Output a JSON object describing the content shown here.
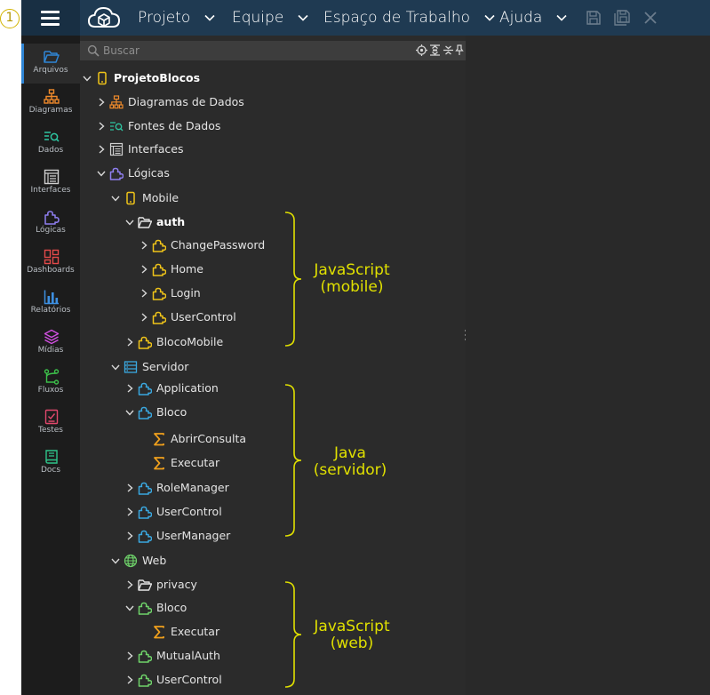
{
  "marker": "1",
  "topbar": {
    "menus": [
      {
        "label": "Projeto"
      },
      {
        "label": "Equipe"
      },
      {
        "label": "Espaço de Trabalho"
      },
      {
        "label": "Ajuda"
      }
    ]
  },
  "sidebar": {
    "items": [
      {
        "label": "Arquivos",
        "icon": "folder-icon",
        "color": "#2f86d6",
        "active": true
      },
      {
        "label": "Diagramas",
        "icon": "hierarchy-icon",
        "color": "#ef8a2b"
      },
      {
        "label": "Dados",
        "icon": "data-search-icon",
        "color": "#2ec4a0"
      },
      {
        "label": "Interfaces",
        "icon": "interface-icon",
        "color": "#c9c9c9"
      },
      {
        "label": "Lógicas",
        "icon": "puzzle-icon",
        "color": "#8f7ff0"
      },
      {
        "label": "Dashboards",
        "icon": "dashboard-icon",
        "color": "#e44a4a"
      },
      {
        "label": "Relatórios",
        "icon": "bar-chart-icon",
        "color": "#3d8fe0"
      },
      {
        "label": "Mídias",
        "icon": "layers-icon",
        "color": "#d04fe0"
      },
      {
        "label": "Fluxos",
        "icon": "flow-icon",
        "color": "#3cc04a"
      },
      {
        "label": "Testes",
        "icon": "test-icon",
        "color": "#e0486c"
      },
      {
        "label": "Docs",
        "icon": "book-icon",
        "color": "#2ec48a"
      }
    ]
  },
  "search": {
    "placeholder": "Buscar"
  },
  "tree": {
    "items": [
      {
        "label": "ProjetoBlocos",
        "icon": "mobile-icon",
        "expanded": true,
        "bold": true
      },
      {
        "label": "Diagramas de Dados",
        "icon": "hierarchy-icon",
        "expanded": false
      },
      {
        "label": "Fontes de Dados",
        "icon": "data-search-icon",
        "expanded": false
      },
      {
        "label": "Interfaces",
        "icon": "interface-icon",
        "expanded": false
      },
      {
        "label": "Lógicas",
        "icon": "puzzle-icon",
        "expanded": true
      },
      {
        "label": "Mobile",
        "icon": "mobile-icon",
        "expanded": true
      },
      {
        "label": "auth",
        "icon": "folder-icon",
        "expanded": true,
        "bold": true
      },
      {
        "label": "ChangePassword",
        "icon": "puzzle-icon",
        "expanded": false
      },
      {
        "label": "Home",
        "icon": "puzzle-icon",
        "expanded": false
      },
      {
        "label": "Login",
        "icon": "puzzle-icon",
        "expanded": false
      },
      {
        "label": "UserControl",
        "icon": "puzzle-icon",
        "expanded": false
      },
      {
        "label": "BlocoMobile",
        "icon": "puzzle-icon",
        "expanded": false
      },
      {
        "label": "Servidor",
        "icon": "server-icon",
        "expanded": true
      },
      {
        "label": "Application",
        "icon": "puzzle-icon",
        "expanded": false
      },
      {
        "label": "Bloco",
        "icon": "puzzle-icon",
        "expanded": true
      },
      {
        "label": "AbrirConsulta",
        "icon": "sigma-icon"
      },
      {
        "label": "Executar",
        "icon": "sigma-icon"
      },
      {
        "label": "RoleManager",
        "icon": "puzzle-icon",
        "expanded": false
      },
      {
        "label": "UserControl",
        "icon": "puzzle-icon",
        "expanded": false
      },
      {
        "label": "UserManager",
        "icon": "puzzle-icon",
        "expanded": false
      },
      {
        "label": "Web",
        "icon": "globe-icon",
        "expanded": true
      },
      {
        "label": "privacy",
        "icon": "folder-icon",
        "expanded": false
      },
      {
        "label": "Bloco",
        "icon": "puzzle-icon",
        "expanded": true
      },
      {
        "label": "Executar",
        "icon": "sigma-icon"
      },
      {
        "label": "MutualAuth",
        "icon": "puzzle-icon",
        "expanded": false
      },
      {
        "label": "UserControl",
        "icon": "puzzle-icon",
        "expanded": false
      }
    ]
  },
  "annotations": [
    {
      "line1": "JavaScript",
      "line2": "(mobile)"
    },
    {
      "line1": "Java",
      "line2": "(servidor)"
    },
    {
      "line1": "JavaScript",
      "line2": "(web)"
    }
  ],
  "colors": {
    "mobile": "#f0c419",
    "server": "#3aa8e0",
    "web": "#6fd36a",
    "sigma": "#f0a01c",
    "annotation": "#e0e000"
  }
}
